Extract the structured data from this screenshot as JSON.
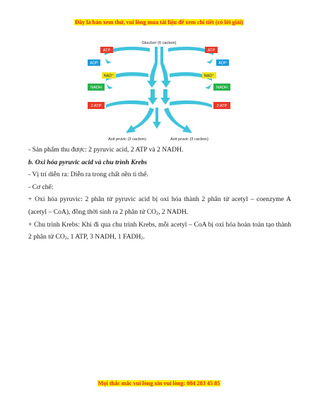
{
  "header_banner": "Đây là bản xem thử, vui lòng mua tài liệu để xem chi tiết (có lời giải)",
  "diagram": {
    "top_label": "Glucôzơ (6 cacbon)",
    "left": {
      "atp": "ATP",
      "adp": "ADP",
      "nad": "NAD⁺",
      "nadh": "NADH",
      "atp2": "2 ATP"
    },
    "right": {
      "atp": "ATP",
      "adp": "ADP",
      "nad": "NAD⁺",
      "nadh": "NADH",
      "atp2": "2 ATP"
    },
    "bottom_left": "Axit pruvic (3 cacbon)",
    "bottom_right": "Axit pruvic (3 cacbon)",
    "colors": {
      "red": "#e8392a",
      "blue": "#1a9ae0",
      "yellow": "#f5e623",
      "green": "#27b24a",
      "arrow": "#3fc3dc"
    }
  },
  "content": {
    "line1": "- Sản phẩm thu được: 2 pyruvic acid, 2 ATP và 2 NADH.",
    "heading": "b. Oxi hóa pyruvic acid và chu trình Krebs",
    "line2": "- Vị trí diễn ra: Diễn ra trong chất nền ti thể.",
    "line3": "- Cơ chế:",
    "para1": {
      "a": "+ Oxi hóa pyruvic: 2 phân tử pyruvic acid bị oxi hóa thành 2 phân tử acetyl – coenzyme A (acetyl – CoA), đồng thời sinh ra 2 phân tử CO",
      "sub": "2",
      "b": ", 2 NADH."
    },
    "para2": {
      "a": "+ Chu trình Krebs: Khi đi qua chu trình Krebs, mỗi acetyl – CoA bị oxi hóa hoàn toàn tạo thành 2 phân tử CO",
      "sub1": "2",
      "b": ", 1 ATP, 3 NADH, 1 FADH",
      "sub2": "2",
      "c": "."
    }
  },
  "footer_banner": "Mọi thắc mắc vui lòng xin vui lòng: 084 283 45 85"
}
